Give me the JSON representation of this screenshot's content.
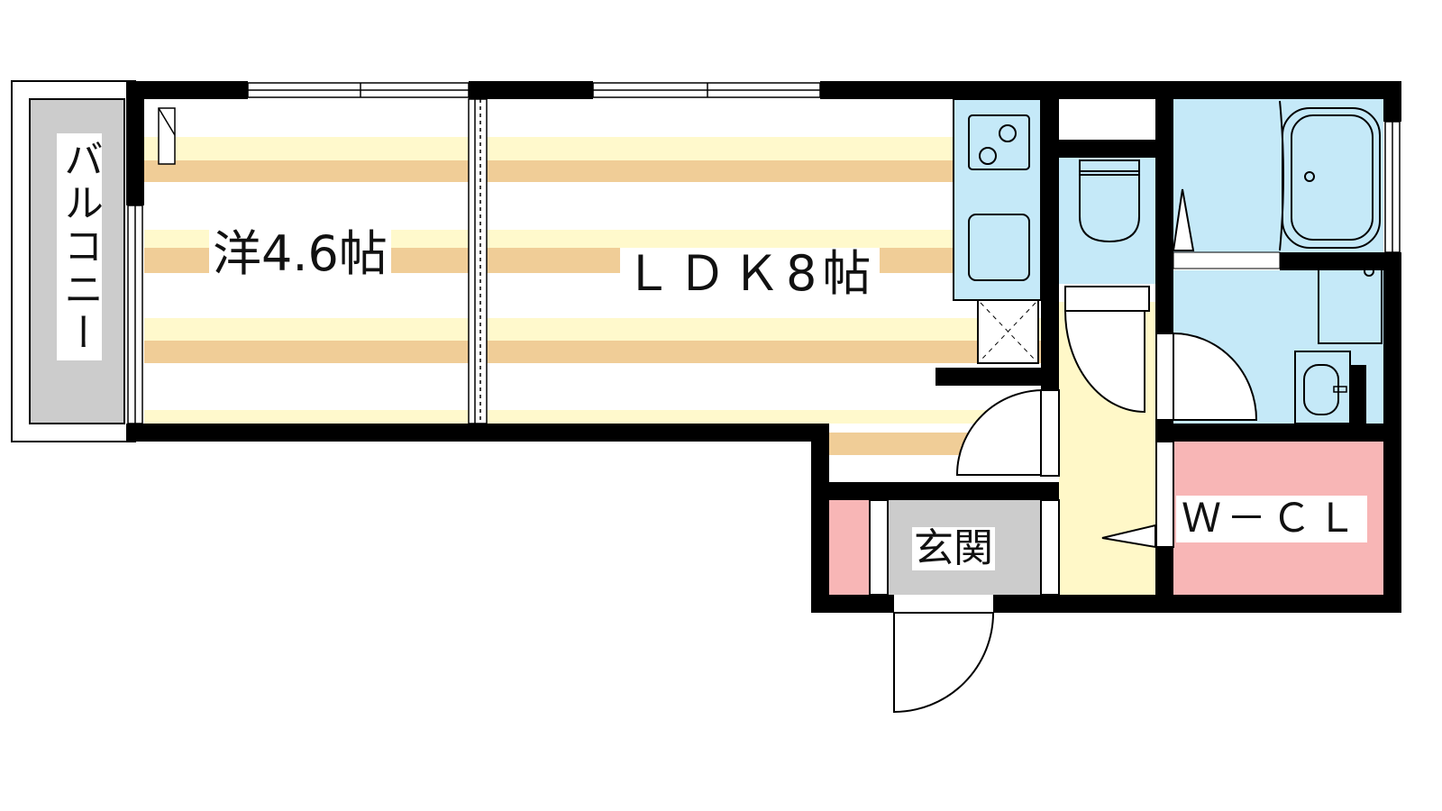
{
  "floorplan": {
    "rooms": {
      "balcony": "バルコニー",
      "western_room": "洋4.6帖",
      "ldk": "ＬＤＫ8帖",
      "entrance": "玄関",
      "walk_in_closet": "Ｗ－ＣＬ"
    },
    "colors": {
      "wall": "#000000",
      "wet_area": "#c5e9f8",
      "floor_light": "#fff9cc",
      "floor_tan": "#f0cd97",
      "closet": "#f8b6b6",
      "entrance": "#cccccc",
      "hallway": "#fff8c8"
    }
  }
}
